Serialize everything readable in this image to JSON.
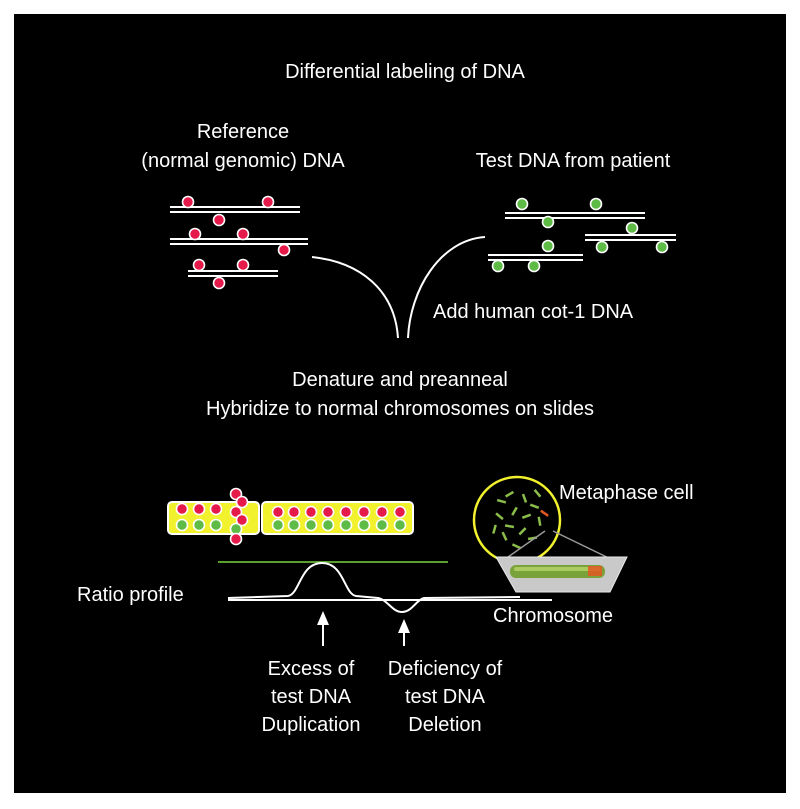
{
  "title": "Differential labeling of DNA",
  "reference_label": [
    "Reference",
    "(normal genomic) DNA"
  ],
  "test_label": "Test DNA from patient",
  "cot_label": "Add human cot-1 DNA",
  "process_label": [
    "Denature and preanneal",
    "Hybridize to normal chromosomes on slides"
  ],
  "metaphase_label": "Metaphase cell",
  "ratio_label": "Ratio profile",
  "chromosome_label": "Chromosome",
  "excess_label": [
    "Excess of",
    "test DNA",
    "Duplication"
  ],
  "deficiency_label": [
    "Deficiency of",
    "test DNA",
    "Deletion"
  ],
  "colors": {
    "background": "#000000",
    "reference_probe": "#e6194b",
    "test_probe": "#5dbb46",
    "chromosome_fill": "#f1f22d",
    "threshold_line": "#5aa02c",
    "metaphase_ring": "#f1f22d"
  },
  "icons": [
    "upward-arrow-icon",
    "metaphase-cell-icon",
    "microscope-slide-icon"
  ]
}
